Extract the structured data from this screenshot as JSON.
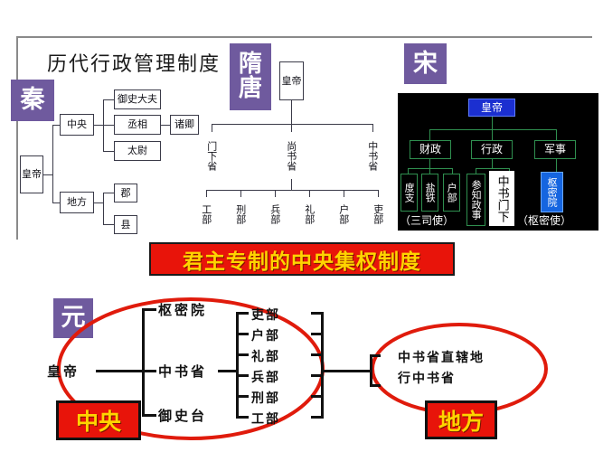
{
  "title": "历代行政管理制度",
  "banner": {
    "text": "君主专制的中央集权制度"
  },
  "badges": {
    "qin": "秦",
    "sui": "隋",
    "tang": "唐",
    "song": "宋",
    "yuan": "元"
  },
  "colors": {
    "badge_purple": "#6f5a9e",
    "banner_red": "#e8140a",
    "banner_gold": "#ffd400",
    "song_panel_bg": "#000000",
    "song_line_green": "#2f8f4f",
    "song_emperor_blue": "#1b2fd0",
    "song_shumiyuan_blue": "#1565e0",
    "ellipse_red": "#e01b0c",
    "frame_grey": "#8a8a8a"
  },
  "qin": {
    "emperor": "皇帝",
    "central": "中央",
    "local": "地方",
    "central_children": [
      "御史大夫",
      "丞相",
      "太尉"
    ],
    "chancellor_child": "诸卿",
    "local_children": [
      "郡",
      "县"
    ]
  },
  "suitang": {
    "emperor": "皇帝",
    "three_departments": [
      "门下省",
      "尚书省",
      "中书省"
    ],
    "six_ministries": [
      "工部",
      "刑部",
      "兵部",
      "礼部",
      "户部",
      "吏部"
    ]
  },
  "song": {
    "emperor": "皇帝",
    "branches": [
      "财政",
      "行政",
      "军事"
    ],
    "finance_children": [
      "度支",
      "盐铁",
      "户部"
    ],
    "finance_note": "（三司使）",
    "admin_children": [
      "参知政事",
      "中书门下"
    ],
    "military_child": "枢密院",
    "military_note": "（枢密使）"
  },
  "yuan": {
    "emperor": "皇帝",
    "top_organ": "枢密院",
    "middle_organ": "中书省",
    "bottom_organ": "御史台",
    "six_ministries": [
      "吏部",
      "户部",
      "礼部",
      "兵部",
      "刑部",
      "工部"
    ],
    "local_lines": [
      "中书省直辖地",
      "行中书省"
    ],
    "label_central": "中央",
    "label_local": "地方"
  }
}
